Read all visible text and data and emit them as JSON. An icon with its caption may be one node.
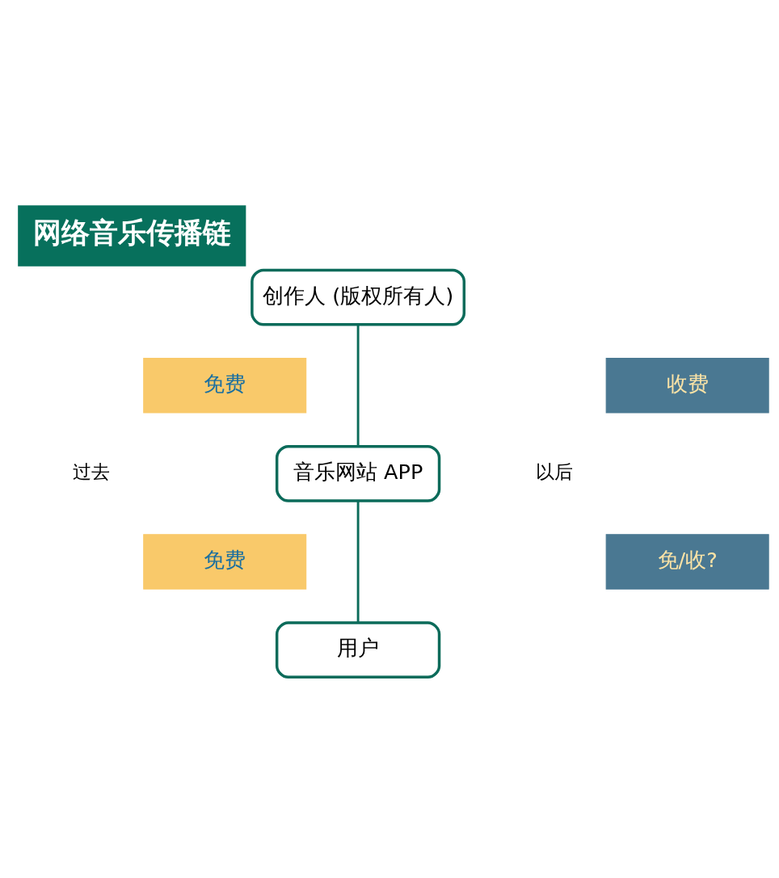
{
  "diagram": {
    "title": "网络音乐传播链",
    "nodes": [
      {
        "text": [
          "创作人 (版权所有人)"
        ]
      },
      {
        "text": [
          "音乐网站 APP"
        ]
      },
      {
        "text": [
          "用户"
        ]
      },
      {
        "text": [
          "免费"
        ]
      },
      {
        "text": [
          "收费"
        ]
      },
      {
        "text": [
          "免费"
        ]
      },
      {
        "text": [
          "免/收?"
        ]
      }
    ],
    "edges": [
      {
        "from": 0,
        "to": 1,
        "arrow": "none"
      },
      {
        "from": 1,
        "to": 2,
        "arrow": "none"
      }
    ],
    "labels": [
      "过去",
      "以后"
    ]
  }
}
